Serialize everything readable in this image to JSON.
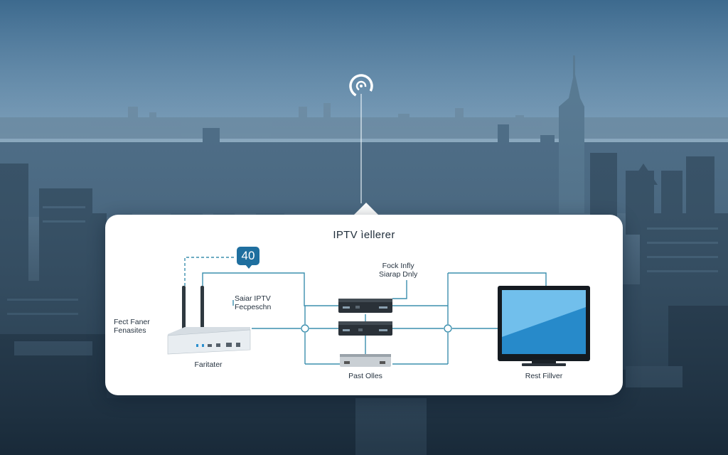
{
  "panel": {
    "title": "IPTV ìellerer",
    "badge": "40",
    "labels": {
      "top_right_line1": "Fock Infly",
      "top_right_line2": "Siarap Dnly",
      "mid_left_line1": "Saiar IPTV",
      "mid_left_line2": "Fecpeschn",
      "router_side_line1": "Fect Faner",
      "router_side_line2": "Fenasites",
      "router": "Faritater",
      "boxes": "Past Olles",
      "tv": "Rest Fillver"
    }
  },
  "colors": {
    "line": "#3b8fae",
    "badge": "#1f6f9f",
    "sky_top": "#3e6a8f",
    "sky_bottom": "#9bb7cc"
  },
  "icons": {
    "top": "wifi-signal-icon"
  }
}
